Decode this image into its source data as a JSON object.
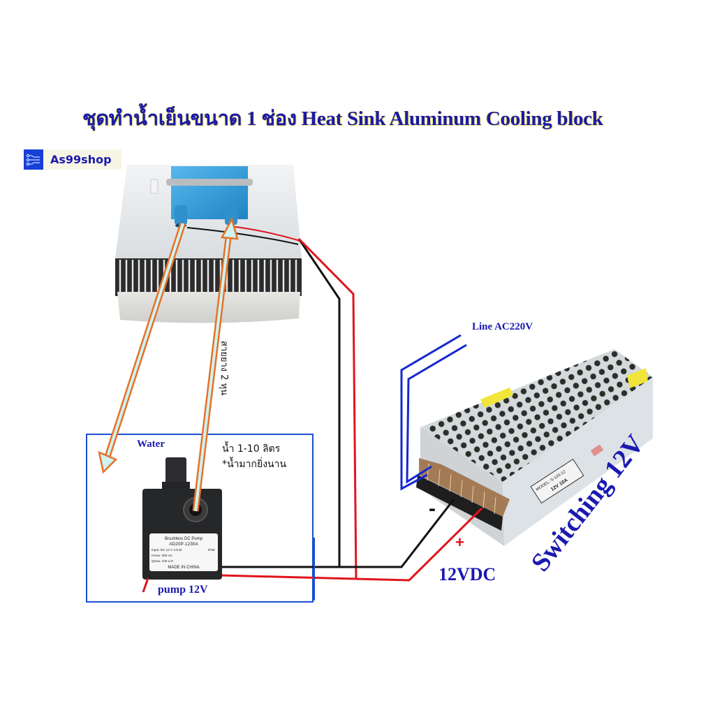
{
  "title": "ชุดทำน้ำเย็นขนาด 1 ช่อง Heat Sink Aluminum Cooling block",
  "logo": {
    "icon": "circuit-icon",
    "text": "As99shop"
  },
  "labels": {
    "hose": "สายยาง 2 หุน",
    "water": "Water",
    "water_volume": "น้ำ 1-10 ลิตร",
    "water_note": "*น้ำมากยิ่งนาน",
    "pump": "pump 12V",
    "line_ac": "Line AC220V",
    "minus": "-",
    "plus": "+",
    "output_voltage": "12VDC",
    "switching": "Switching 12V"
  },
  "pump_label": {
    "line1": "Brushless DC Pump",
    "line2": "AD20P-1230A",
    "line3": "Input: DC 12 V  4.8 W",
    "line4": "Hmax: 300 cm",
    "line5": "Qmax: 240 L/H",
    "line6": "MADE IN CHINA",
    "rating": "IP68"
  },
  "psu_label": {
    "model": "MODEL: S-120-12",
    "output": "12V 10A"
  },
  "colors": {
    "title": "#1a1aa6",
    "label_blue": "#1a1ab0",
    "wire_red": "#e0141c",
    "wire_black": "#111111",
    "wire_ac": "#1428d0",
    "arrow_outline": "#e8702a",
    "arrow_fill": "#cdf4f0",
    "box_border": "#1a50d0",
    "cooling_block": "#2a9ad6"
  }
}
